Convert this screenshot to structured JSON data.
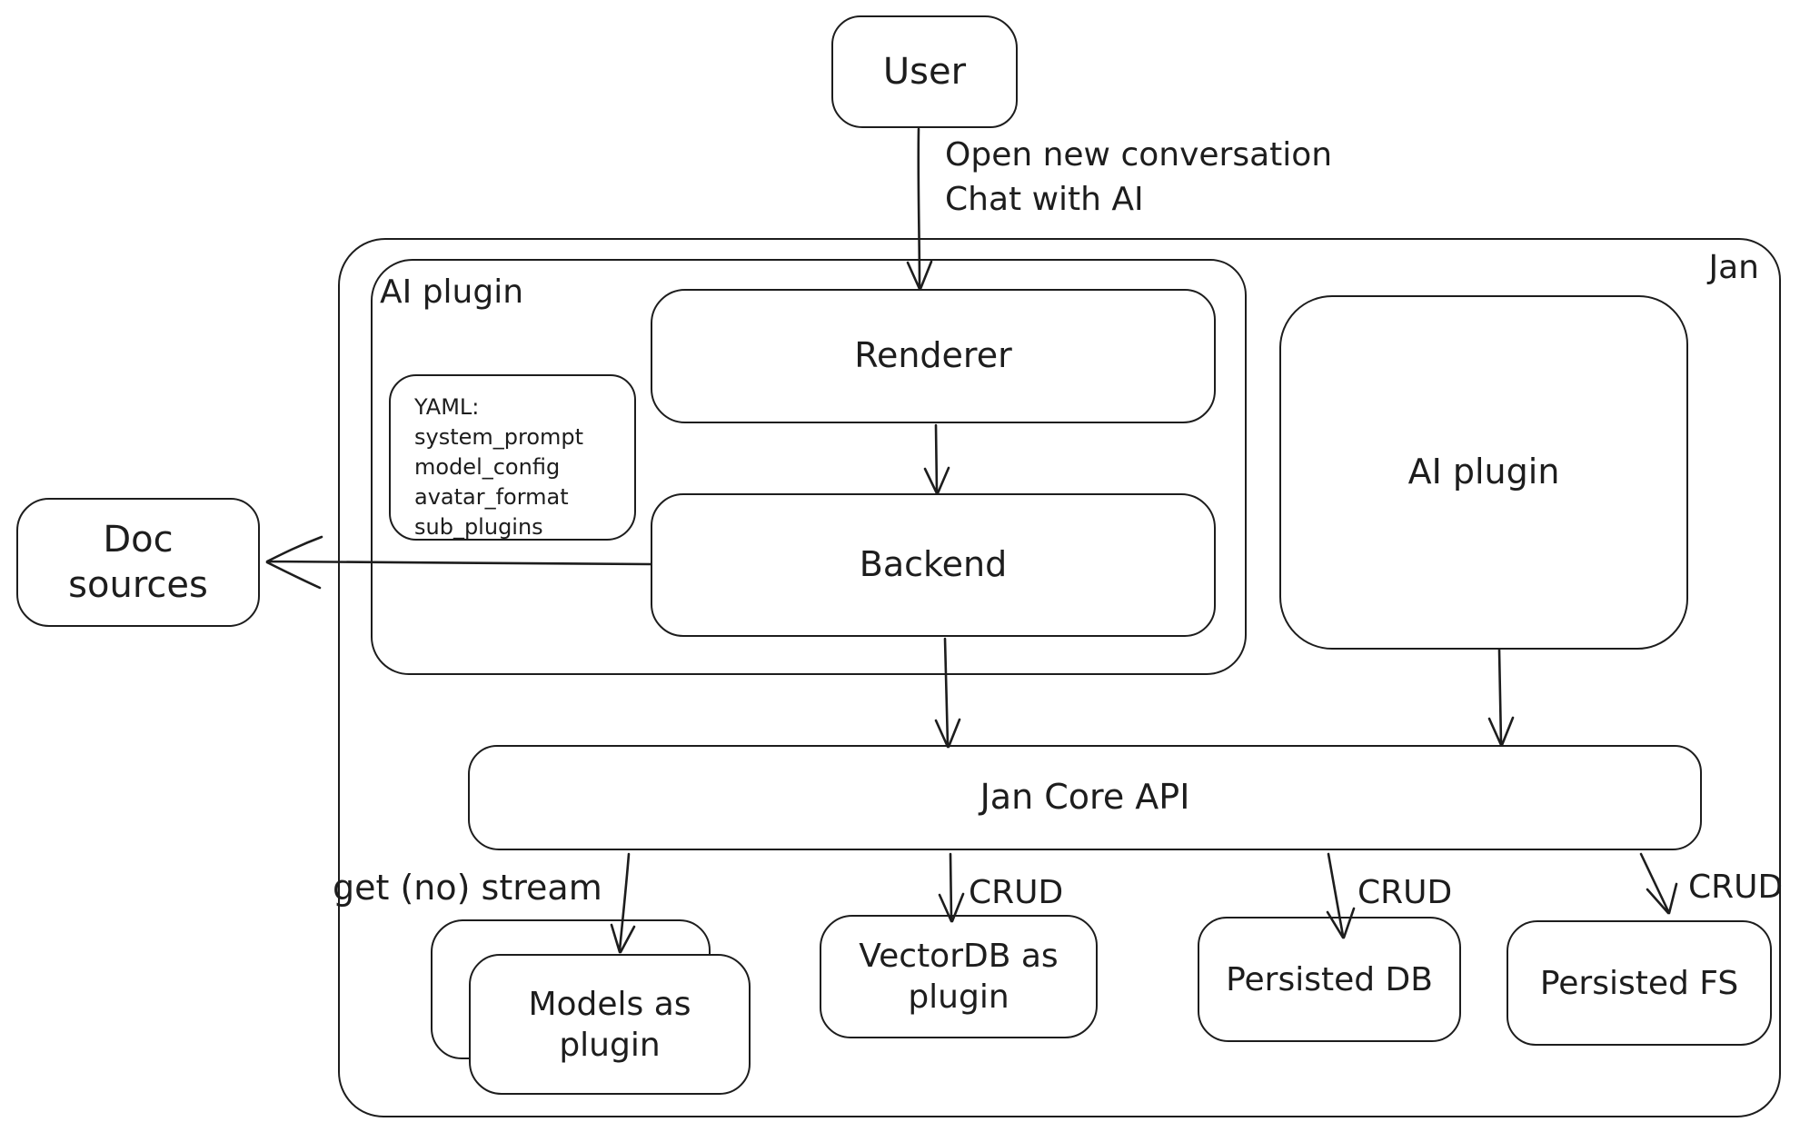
{
  "diagram": {
    "title_context": "Jan architecture diagram",
    "colors": {
      "stroke": "#1d1d1d",
      "background": "#ffffff"
    },
    "nodes": {
      "user": {
        "label": "User"
      },
      "jan_outer": {
        "label": "Jan"
      },
      "ai_plugin_container": {
        "label": "AI plugin"
      },
      "renderer": {
        "label": "Renderer"
      },
      "backend": {
        "label": "Backend"
      },
      "yaml_note": {
        "lines": [
          "YAML:",
          "system_prompt",
          "model_config",
          "avatar_format",
          "sub_plugins"
        ]
      },
      "doc_sources": {
        "label": "Doc sources"
      },
      "ai_plugin_right": {
        "label": "AI plugin"
      },
      "jan_core_api": {
        "label": "Jan Core API"
      },
      "models_as_plugin": {
        "label": "Models as plugin"
      },
      "vectordb_as_plugin": {
        "label": "VectorDB as plugin"
      },
      "persisted_db": {
        "label": "Persisted DB"
      },
      "persisted_fs": {
        "label": "Persisted FS"
      }
    },
    "edges": [
      {
        "from": "User",
        "to": "Renderer",
        "label_lines": [
          "Open new conversation",
          "Chat with AI"
        ]
      },
      {
        "from": "Renderer",
        "to": "Backend",
        "label": ""
      },
      {
        "from": "Backend",
        "to": "Doc sources",
        "label": ""
      },
      {
        "from": "Backend",
        "to": "Jan Core API",
        "label": ""
      },
      {
        "from": "AI plugin",
        "to": "Jan Core API",
        "label": ""
      },
      {
        "from": "Jan Core API",
        "to": "Models as plugin",
        "label": "get (no) stream"
      },
      {
        "from": "Jan Core API",
        "to": "VectorDB as plugin",
        "label": "CRUD"
      },
      {
        "from": "Jan Core API",
        "to": "Persisted DB",
        "label": "CRUD"
      },
      {
        "from": "Jan Core API",
        "to": "Persisted FS",
        "label": "CRUD"
      }
    ]
  }
}
